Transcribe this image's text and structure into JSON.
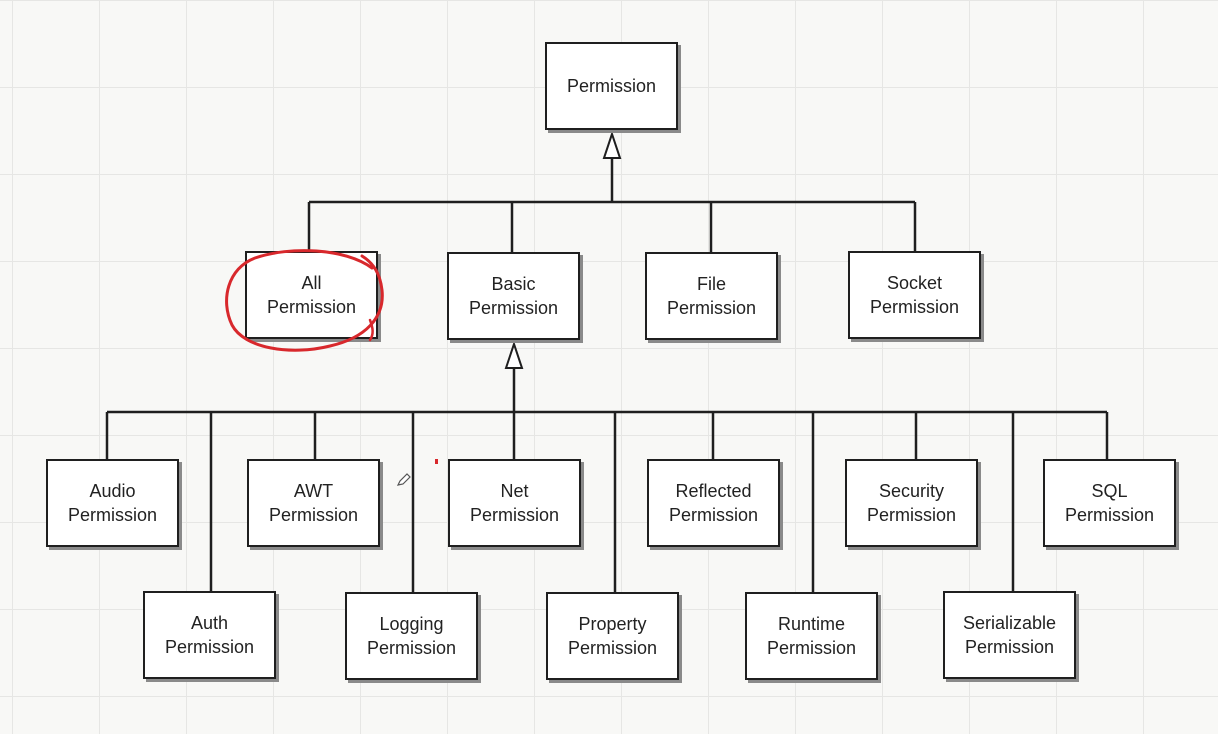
{
  "diagram": {
    "root": {
      "line1": "Permission"
    },
    "level1": [
      {
        "id": "all",
        "line1": "All",
        "line2": "Permission"
      },
      {
        "id": "basic",
        "line1": "Basic",
        "line2": "Permission"
      },
      {
        "id": "file",
        "line1": "File",
        "line2": "Permission"
      },
      {
        "id": "socket",
        "line1": "Socket",
        "line2": "Permission"
      }
    ],
    "level2_top": [
      {
        "id": "audio",
        "line1": "Audio",
        "line2": "Permission"
      },
      {
        "id": "awt",
        "line1": "AWT",
        "line2": "Permission"
      },
      {
        "id": "net",
        "line1": "Net",
        "line2": "Permission"
      },
      {
        "id": "reflected",
        "line1": "Reflected",
        "line2": "Permission"
      },
      {
        "id": "security",
        "line1": "Security",
        "line2": "Permission"
      },
      {
        "id": "sql",
        "line1": "SQL",
        "line2": "Permission"
      }
    ],
    "level2_bottom": [
      {
        "id": "auth",
        "line1": "Auth",
        "line2": "Permission"
      },
      {
        "id": "logging",
        "line1": "Logging",
        "line2": "Permission"
      },
      {
        "id": "property",
        "line1": "Property",
        "line2": "Permission"
      },
      {
        "id": "runtime",
        "line1": "Runtime",
        "line2": "Permission"
      },
      {
        "id": "serializable",
        "line1": "Serializable",
        "line2": "Permission"
      }
    ],
    "highlight_color": "#d8282c",
    "line_color": "#1f1f1f"
  }
}
